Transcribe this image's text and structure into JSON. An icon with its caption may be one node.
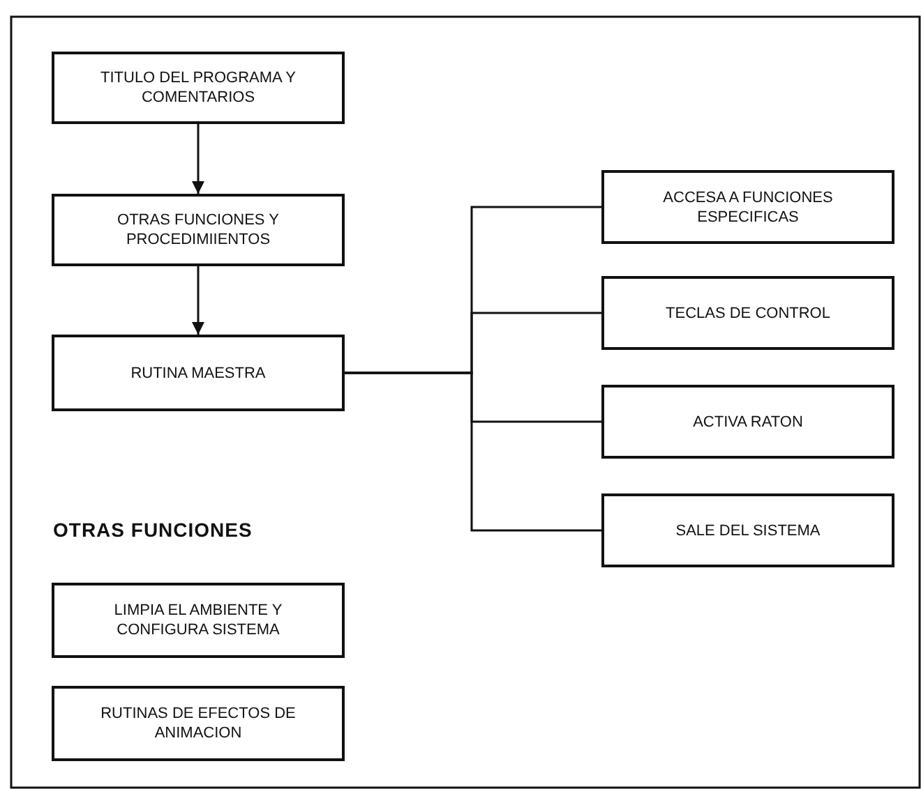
{
  "diagram": {
    "nodes": [
      {
        "text": [
          "TITULO DEL PROGRAMA Y COMENTARIOS"
        ]
      },
      {
        "text": [
          "OTRAS FUNCIONES Y PROCEDIMIIENTOS"
        ]
      },
      {
        "text": [
          "RUTINA MAESTRA"
        ]
      },
      {
        "text": [
          "ACCESA A FUNCIONES ESPECIFICAS"
        ]
      },
      {
        "text": [
          "TECLAS DE CONTROL"
        ]
      },
      {
        "text": [
          "ACTIVA RATON"
        ]
      },
      {
        "text": [
          "SALE DEL SISTEMA"
        ]
      },
      {
        "text": [
          "LIMPIA EL AMBIENTE Y CONFIGURA SISTEMA"
        ]
      },
      {
        "text": [
          "RUTINAS DE EFECTOS DE ANIMACION"
        ]
      }
    ],
    "edges": [
      {
        "from": 0,
        "to": 1,
        "arrow": "to"
      },
      {
        "from": 1,
        "to": 2,
        "arrow": "to"
      },
      {
        "from": 2,
        "to": 3,
        "arrow": "none"
      },
      {
        "from": 2,
        "to": 4,
        "arrow": "none"
      },
      {
        "from": 2,
        "to": 5,
        "arrow": "none"
      },
      {
        "from": 2,
        "to": 6,
        "arrow": "none"
      }
    ],
    "labels": [
      "OTRAS FUNCIONES"
    ]
  }
}
